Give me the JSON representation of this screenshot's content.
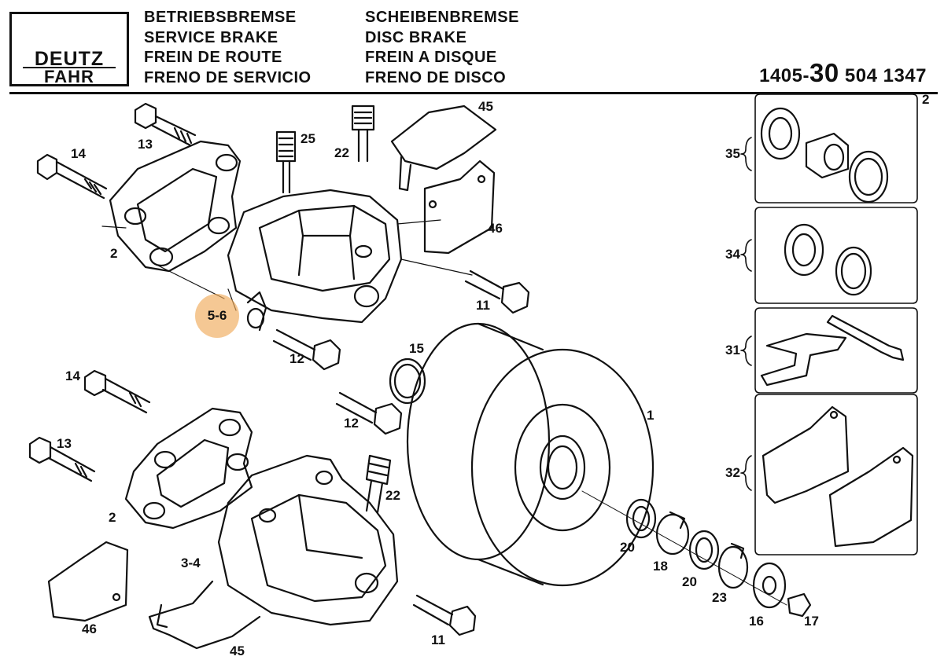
{
  "header": {
    "logo_line1": "DEUTZ",
    "logo_line2": "FAHR",
    "titles_left": [
      "BETRIEBSBREMSE",
      "SERVICE BRAKE",
      "FREIN DE ROUTE",
      "FRENO DE SERVICIO"
    ],
    "titles_right": [
      "SCHEIBENBREMSE",
      "DISC BRAKE",
      "FREIN A DISQUE",
      "FRENO DE DISCO"
    ],
    "part_number_prefix": "1405-",
    "part_number_group": "30",
    "part_number_suffix": " 504 1347",
    "sheet_number": "2"
  },
  "callouts": {
    "c14a": "14",
    "c13a": "13",
    "c25": "25",
    "c22a": "22",
    "c45a": "45",
    "c46a": "46",
    "c2a": "2",
    "c56": "5-6",
    "c11a": "11",
    "c12a": "12",
    "c15": "15",
    "c1": "1",
    "c14b": "14",
    "c13b": "13",
    "c12b": "12",
    "c22b": "22",
    "c2b": "2",
    "c34b": "3-4",
    "c46b": "46",
    "c45b": "45",
    "c11b": "11",
    "c20a": "20",
    "c18": "18",
    "c20b": "20",
    "c23": "23",
    "c16": "16",
    "c17": "17",
    "k35": "35",
    "k34": "34",
    "k31": "31",
    "k32": "32"
  },
  "colors": {
    "ink": "#111111",
    "highlight": "#f0aa5a"
  }
}
